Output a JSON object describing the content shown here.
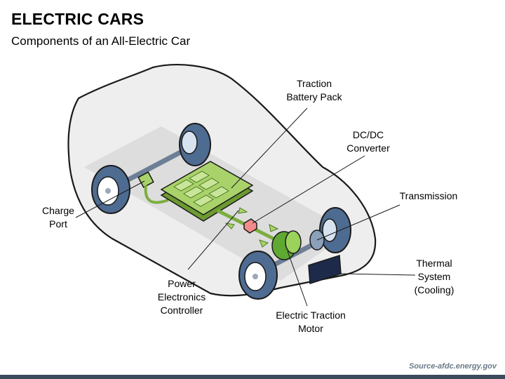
{
  "header": {
    "title": "ELECTRIC CARS",
    "subtitle": "Components of an All-Electric Car"
  },
  "labels": {
    "traction_battery_pack": "Traction\nBattery Pack",
    "dcdc_converter": "DC/DC\nConverter",
    "transmission": "Transmission",
    "charge_port": "Charge\nPort",
    "thermal_system": "Thermal\nSystem\n(Cooling)",
    "power_electronics_controller": "Power\nElectronics\nController",
    "electric_traction_motor": "Electric Traction\nMotor"
  },
  "footer": {
    "source": "Source-afdc.energy.gov"
  },
  "colors": {
    "car_body": "#e8e8e8",
    "car_outline": "#1a1a1a",
    "battery": "#a9d26b",
    "battery_dark": "#6c9a31",
    "motor": "#7cc242",
    "converter": "#f28c8c",
    "wheel": "#5a7a9e",
    "thermal": "#1e2a4a",
    "bottom_bar": "#3b4a5c"
  }
}
